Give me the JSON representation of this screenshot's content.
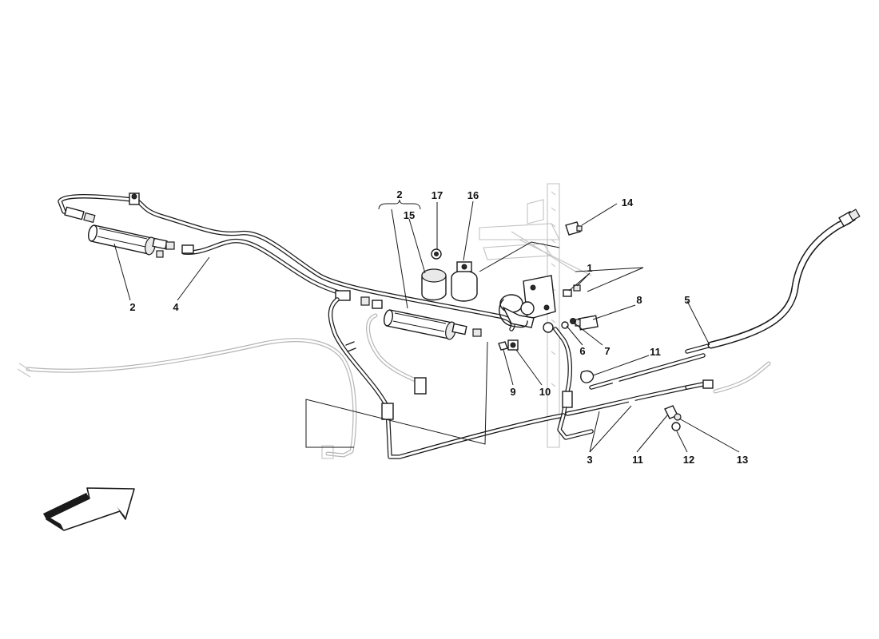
{
  "callouts": [
    {
      "id": "c1",
      "label": "1"
    },
    {
      "id": "c2a",
      "label": "2"
    },
    {
      "id": "c2b",
      "label": "2"
    },
    {
      "id": "c3",
      "label": "3"
    },
    {
      "id": "c4",
      "label": "4"
    },
    {
      "id": "c5",
      "label": "5"
    },
    {
      "id": "c6",
      "label": "6"
    },
    {
      "id": "c7",
      "label": "7"
    },
    {
      "id": "c8",
      "label": "8"
    },
    {
      "id": "c9",
      "label": "9"
    },
    {
      "id": "c10",
      "label": "10"
    },
    {
      "id": "c11a",
      "label": "11"
    },
    {
      "id": "c11b",
      "label": "11"
    },
    {
      "id": "c12",
      "label": "12"
    },
    {
      "id": "c13",
      "label": "13"
    },
    {
      "id": "c14",
      "label": "14"
    },
    {
      "id": "c15",
      "label": "15"
    },
    {
      "id": "c16",
      "label": "16"
    },
    {
      "id": "c17",
      "label": "17"
    }
  ],
  "icons": {
    "direction_arrow": "direction-arrow-icon"
  }
}
